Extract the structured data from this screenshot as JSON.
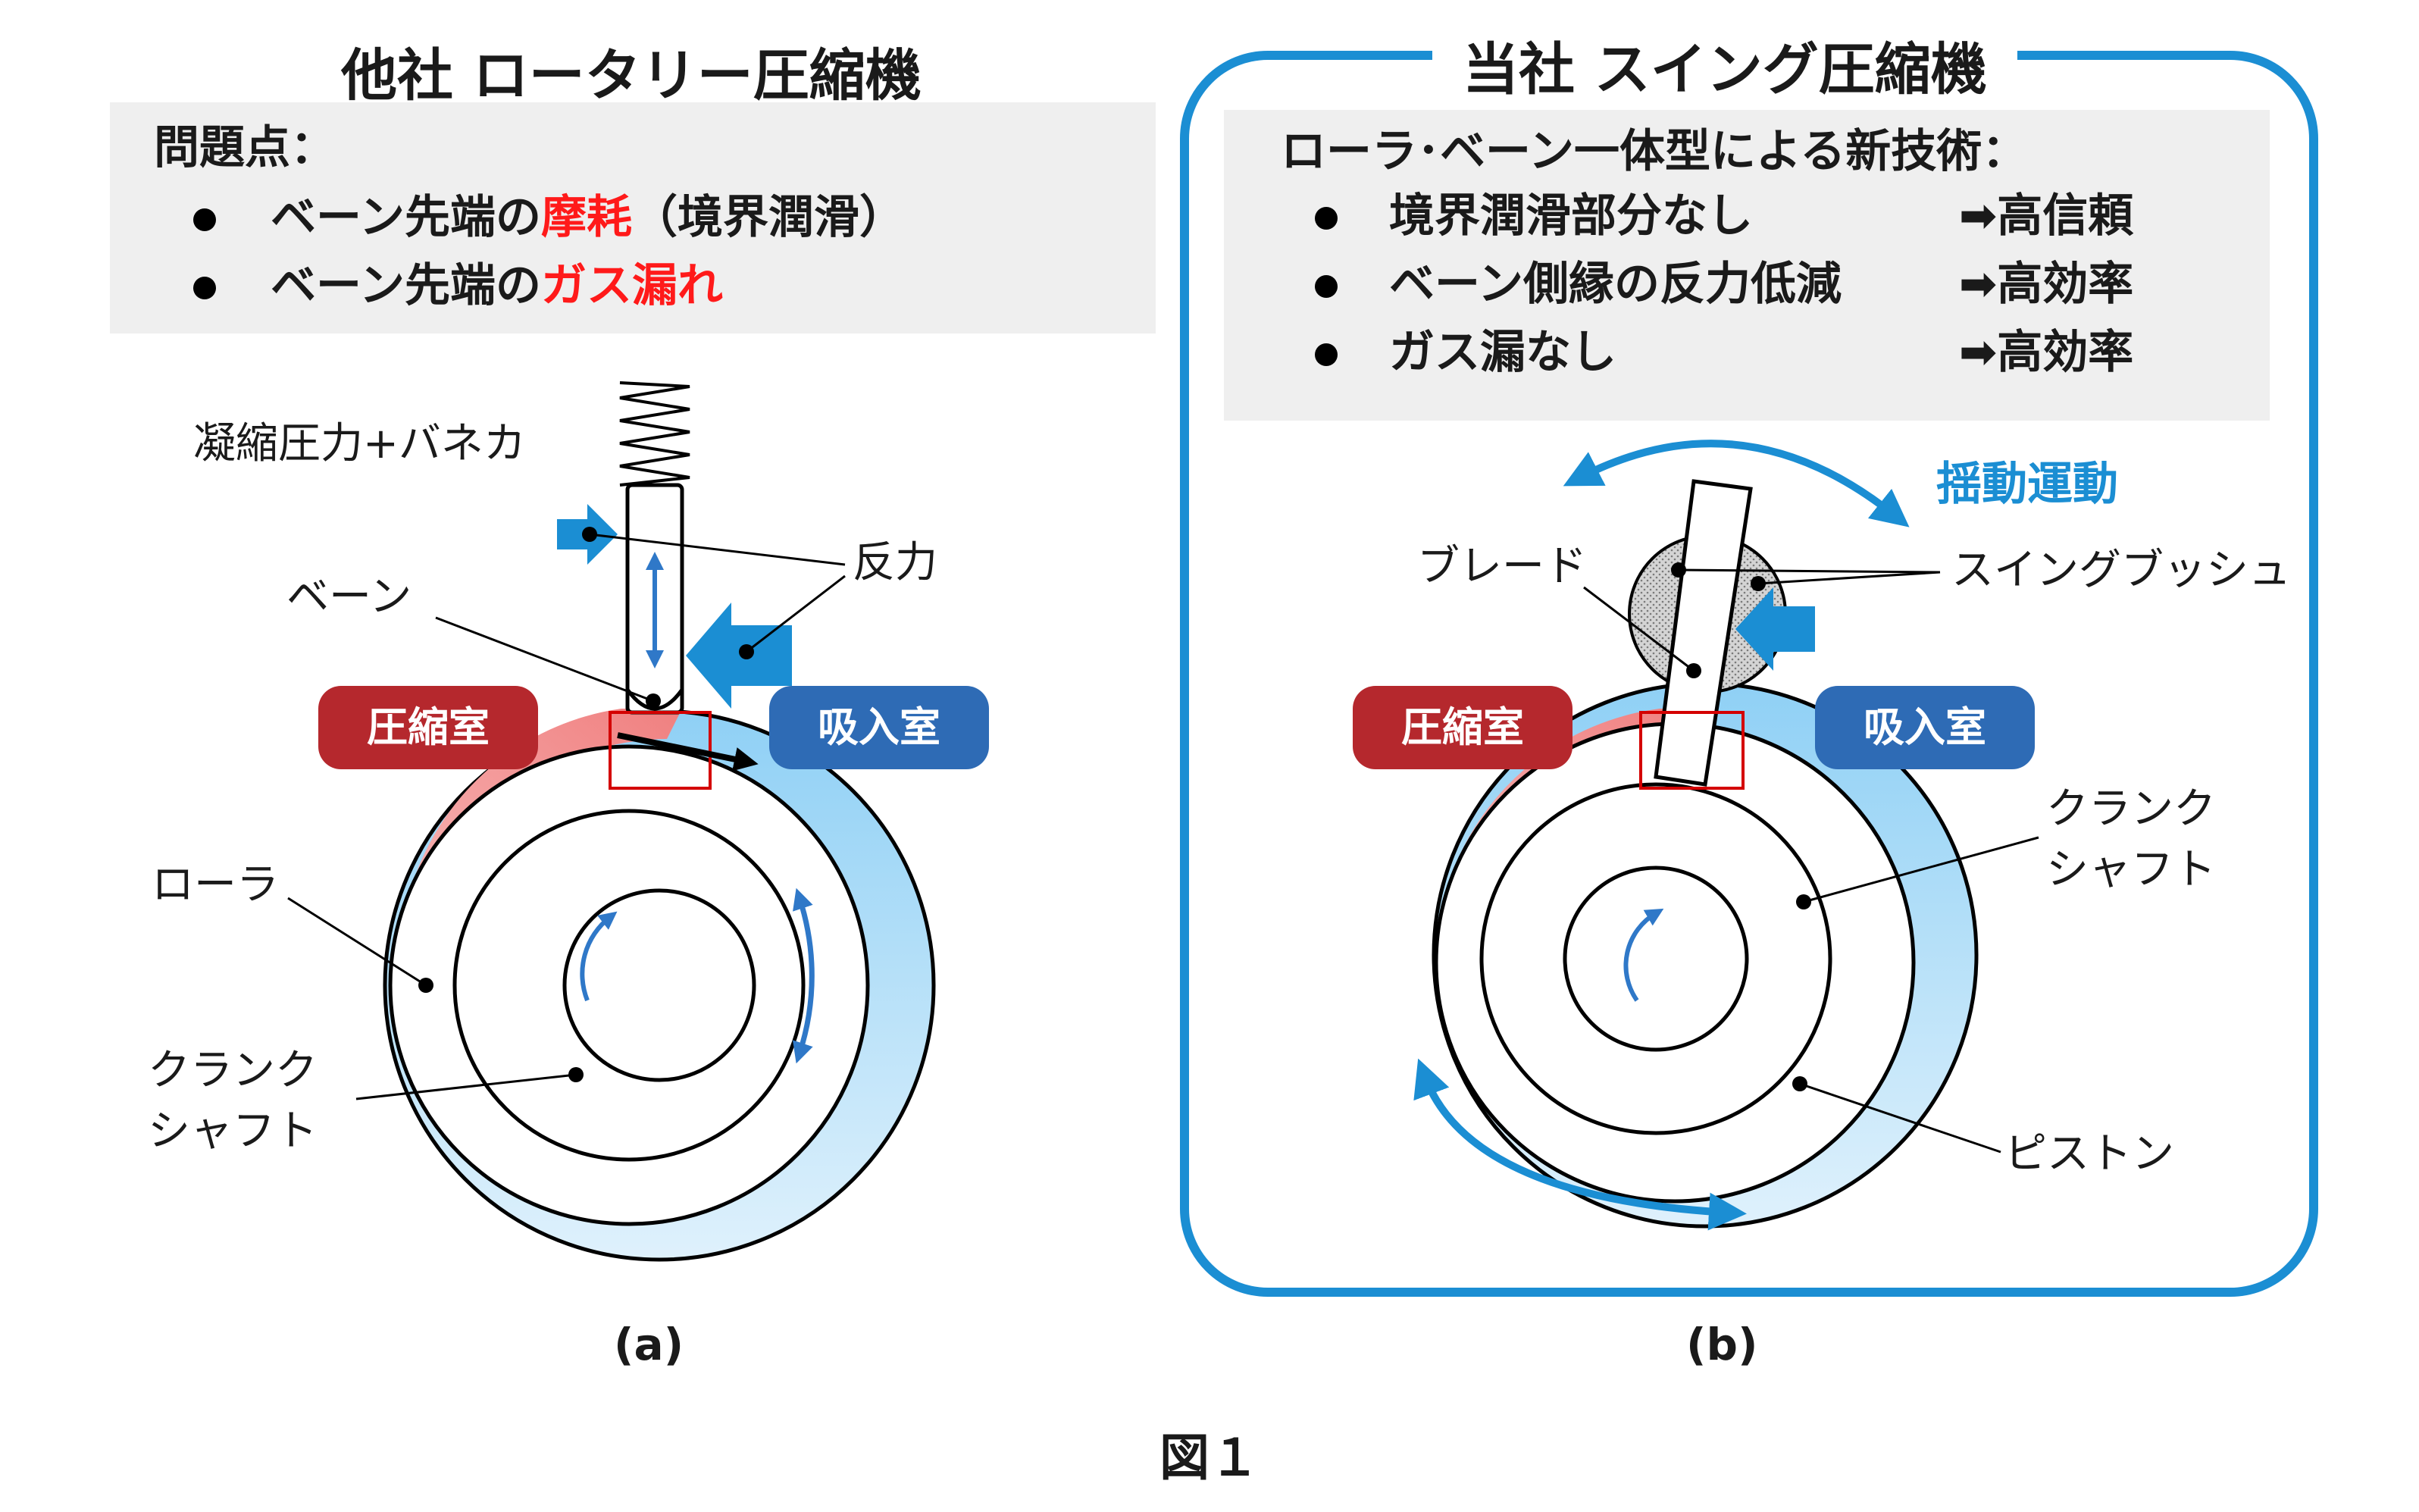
{
  "left": {
    "title": "他社 ロータリー圧縮機",
    "problems_heading": "問題点：",
    "bullets": [
      {
        "prefix": "ベーン先端の",
        "highlight": "摩耗",
        "suffix": "（境界潤滑）"
      },
      {
        "prefix": "ベーン先端の",
        "highlight": "ガス漏れ",
        "suffix": ""
      }
    ],
    "labels": {
      "spring_force": "凝縮圧力+バネカ",
      "reaction": "反力",
      "vane": "ベーン",
      "roller": "ローラ",
      "crank_line1": "クランク",
      "crank_line2": "シャフト"
    },
    "compression_chamber": "圧縮室",
    "suction_chamber": "吸入室",
    "caption": "(a)"
  },
  "right": {
    "title": "当社 スイング圧縮機",
    "tech_heading": "ローラ･ベーン一体型による新技術：",
    "bullets": [
      {
        "text": "境界潤滑部分なし",
        "result": "➡高信頼"
      },
      {
        "text": "ベーン側縁の反力低減",
        "result": "➡高効率"
      },
      {
        "text": "ガス漏なし",
        "result": "➡高効率"
      }
    ],
    "labels": {
      "oscillation": "揺動運動",
      "blade": "ブレード",
      "swing_bush": "スイングブッシュ",
      "crank_line1": "クランク",
      "crank_line2": "シャフト",
      "piston": "ピストン"
    },
    "compression_chamber": "圧縮室",
    "suction_chamber": "吸入室",
    "caption": "(b)"
  },
  "figure_caption": "図１",
  "colors": {
    "accent_blue": "#1b8ed3",
    "highlight_red": "#ff1a1a",
    "compression_red": "#b5282d",
    "suction_blue": "#2e6bb5",
    "box_gray": "#efefef"
  }
}
